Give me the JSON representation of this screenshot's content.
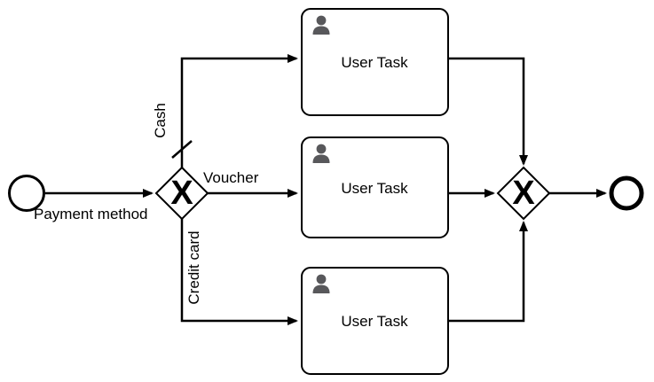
{
  "colors": {
    "line": "#000000",
    "shape_fill": "#ffffff",
    "icon_gray": "#58585b"
  },
  "diagram": {
    "start_event": {
      "label": "Payment method"
    },
    "split_gateway": {
      "symbol": "X",
      "type": "exclusive-gateway"
    },
    "join_gateway": {
      "symbol": "X",
      "type": "exclusive-gateway"
    },
    "branches": [
      {
        "condition": "Cash",
        "task_label": "User Task",
        "task_icon": "user-icon",
        "default_flow": true
      },
      {
        "condition": "Voucher",
        "task_label": "User Task",
        "task_icon": "user-icon",
        "default_flow": false
      },
      {
        "condition": "Credit card",
        "task_label": "User Task",
        "task_icon": "user-icon",
        "default_flow": false
      }
    ]
  }
}
